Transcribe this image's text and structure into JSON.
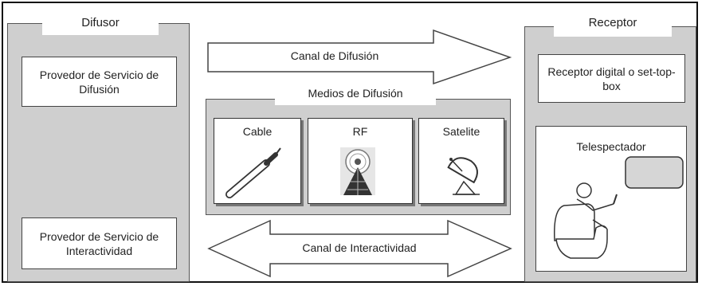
{
  "difusor": {
    "title": "Difusor",
    "servicio_difusion": "Provedor de Servicio de Difusión",
    "servicio_interactividad": "Provedor de Servicio de Interactividad"
  },
  "receptor": {
    "title": "Receptor",
    "digital": "Receptor digital o set-top-box",
    "telespectador": "Telespectador"
  },
  "canal_difusion": "Canal de Difusión",
  "canal_interactividad": "Canal de Interactividad",
  "medios": {
    "title": "Medios de Difusión",
    "items": [
      {
        "label": "Cable",
        "icon": "cable-icon"
      },
      {
        "label": "RF",
        "icon": "antenna-tower-icon"
      },
      {
        "label": "Satelite",
        "icon": "satellite-dish-icon"
      }
    ]
  },
  "colors": {
    "panel": "#cfcfcf",
    "border": "#444444",
    "background": "#ffffff"
  }
}
